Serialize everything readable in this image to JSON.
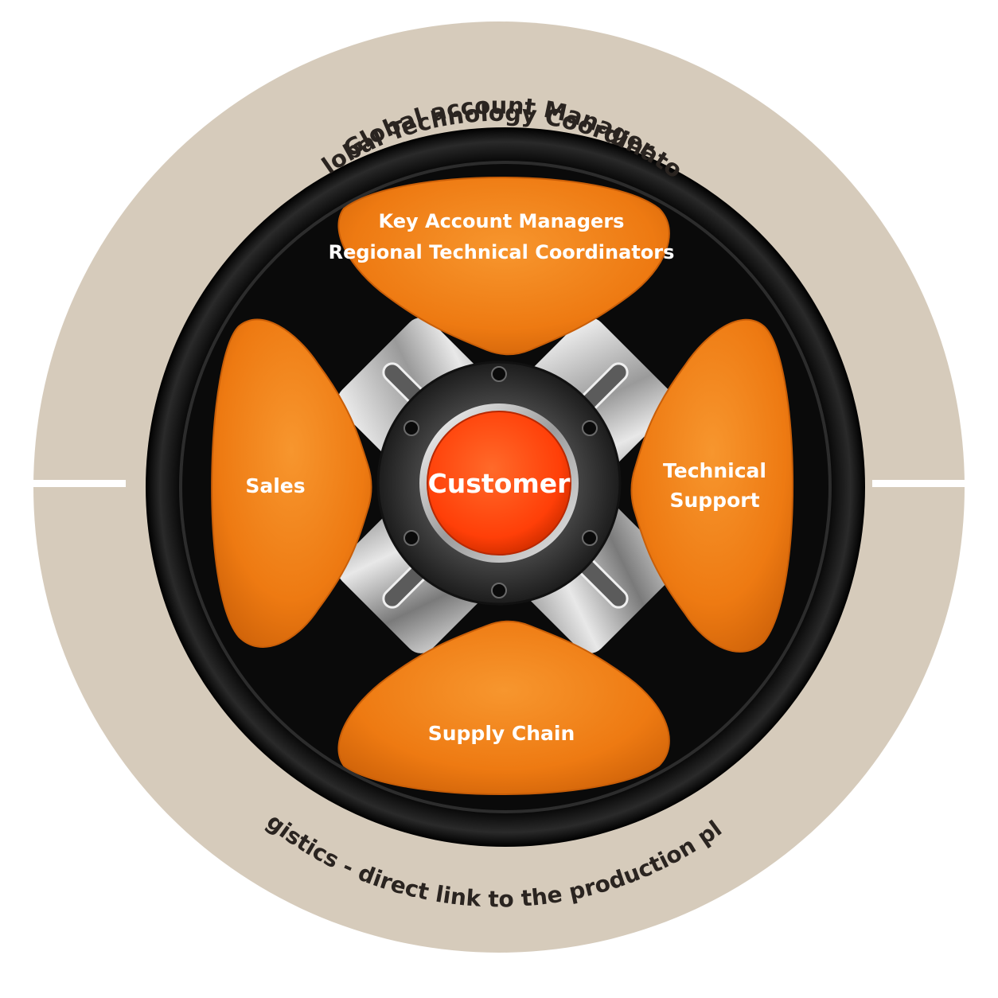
{
  "outer_ring": {
    "top_line_1": "Global account Manager",
    "top_line_2": "Global Technology Coordinator",
    "bottom_line": "Logistics - direct link to the production plant"
  },
  "petals": {
    "top_line_1": "Key Account Managers",
    "top_line_2": "Regional Technical Coordinators",
    "left": "Sales",
    "right_line_1": "Technical",
    "right_line_2": "Support",
    "bottom": "Supply Chain"
  },
  "hub": {
    "label": "Customer"
  },
  "colors": {
    "ring": "#d6cbbb",
    "tire": "#0c0c0c",
    "petal": "#ee7a12",
    "hub": "#ff4a10",
    "text_dark": "#2a2420"
  }
}
